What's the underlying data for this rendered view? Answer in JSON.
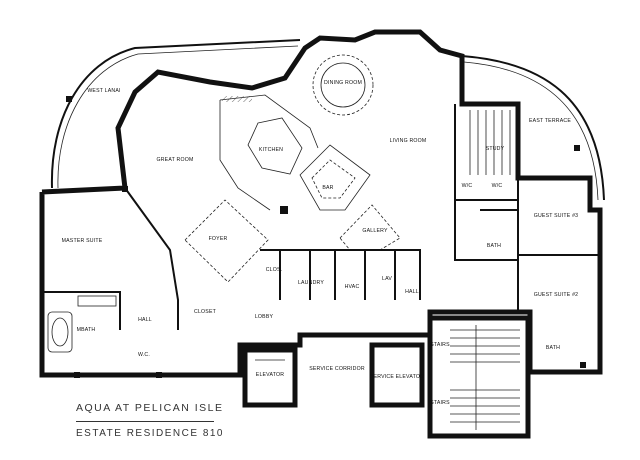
{
  "plan": {
    "rooms": {
      "west_lanai": "WEST LANAI",
      "dining_room": "DINING ROOM",
      "east_terrace": "EAST TERRACE",
      "great_room": "GREAT ROOM",
      "kitchen": "KITCHEN",
      "living_room": "LIVING ROOM",
      "study": "STUDY",
      "bar": "BAR",
      "master_suite": "MASTER SUITE",
      "foyer": "FOYER",
      "gallery": "GALLERY",
      "guest_suite_3": "GUEST SUITE #3",
      "guest_suite_2": "GUEST SUITE #2",
      "bath": "BATH",
      "bath_lower": "BATH",
      "laundry": "LAUNDRY",
      "hvac": "HVAC",
      "lav": "LAV",
      "hall_center": "HALL",
      "hall_west": "HALL",
      "closet": "CLOSET",
      "lobby": "LOBBY",
      "mbath": "MBATH",
      "wc": "W.C.",
      "elevator": "ELEVATOR",
      "service_corridor": "SERVICE CORRIDOR",
      "service_elevator": "SERVICE ELEVATOR",
      "stairs_upper": "STAIRS",
      "stairs_lower": "STAIRS",
      "closet_small": "CLOS.",
      "wic_1": "W/C",
      "wic_2": "W/C"
    }
  },
  "caption": {
    "title": "AQUA AT PELICAN ISLE",
    "subtitle": "ESTATE RESIDENCE 810"
  }
}
